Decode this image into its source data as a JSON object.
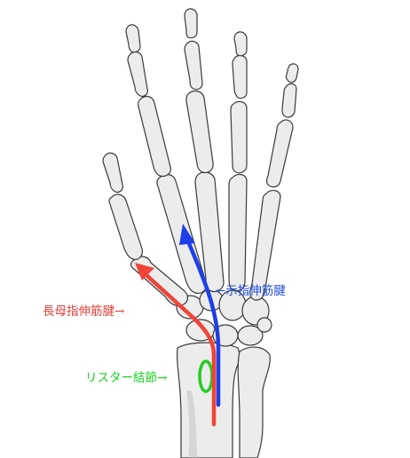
{
  "labels": {
    "epl": "長母指伸筋腱→",
    "edc": "←示指伸筋腱",
    "lister": "リスター結節→"
  },
  "colors": {
    "epl_tendon": "#ef4437",
    "edc_tendon": "#1e3fe6",
    "lister_marker": "#22cc22",
    "bone_fill": "#ececec",
    "bone_outline": "#3a3a3a"
  }
}
